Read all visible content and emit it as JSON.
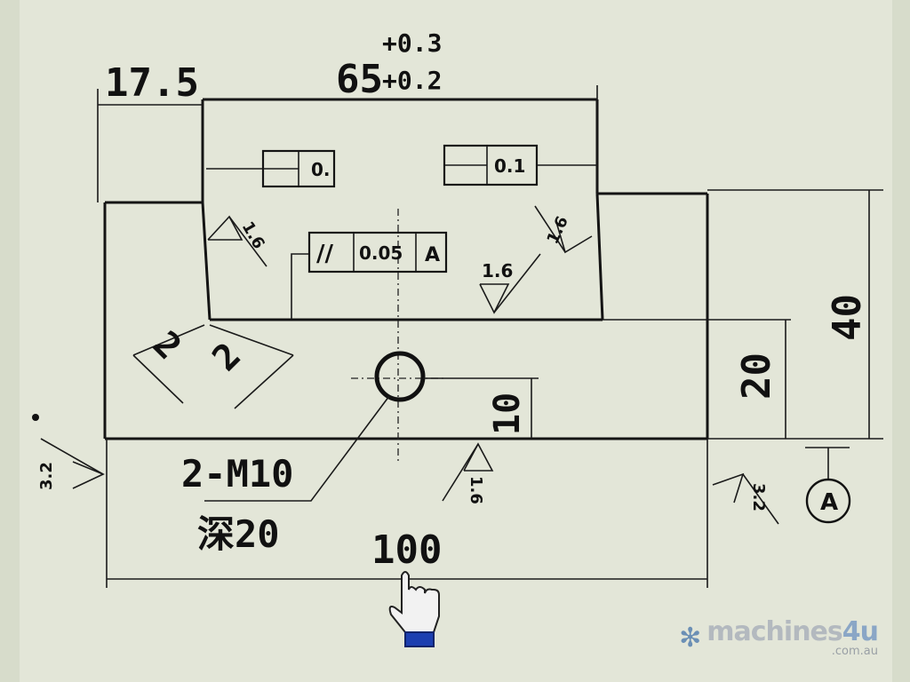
{
  "drawing": {
    "dimensions": {
      "offset": "17.5",
      "length": "65",
      "tol_upper": "+0.3",
      "tol_lower": "+0.2",
      "height_total": "40",
      "height_step": "20",
      "hole_height": "10",
      "width_total": "100",
      "chamfer_a": "2",
      "chamfer_b": "2"
    },
    "tolerance_frames": {
      "parallel": {
        "symbol": "//",
        "value": "0.05",
        "datum": "A"
      },
      "frame_left": {
        "value": "0."
      },
      "frame_right": {
        "value": "0.1"
      }
    },
    "surface_finish": {
      "upper_left": "1.6",
      "upper_right": "1.6",
      "middle": "1.6",
      "bottom": "1.6",
      "left": "3.2",
      "right": "3.2"
    },
    "thread_note": {
      "spec": "2-M10",
      "depth": "深20"
    },
    "datum_label": "A"
  },
  "watermark": {
    "brand": "machines",
    "brand_suffix": "4u",
    "domain": ".com.au",
    "icon": "snowflake-icon"
  },
  "colors": {
    "background": "#e3e6d8",
    "ink": "#141414",
    "cursor_cuff": "#1c3fb0"
  }
}
